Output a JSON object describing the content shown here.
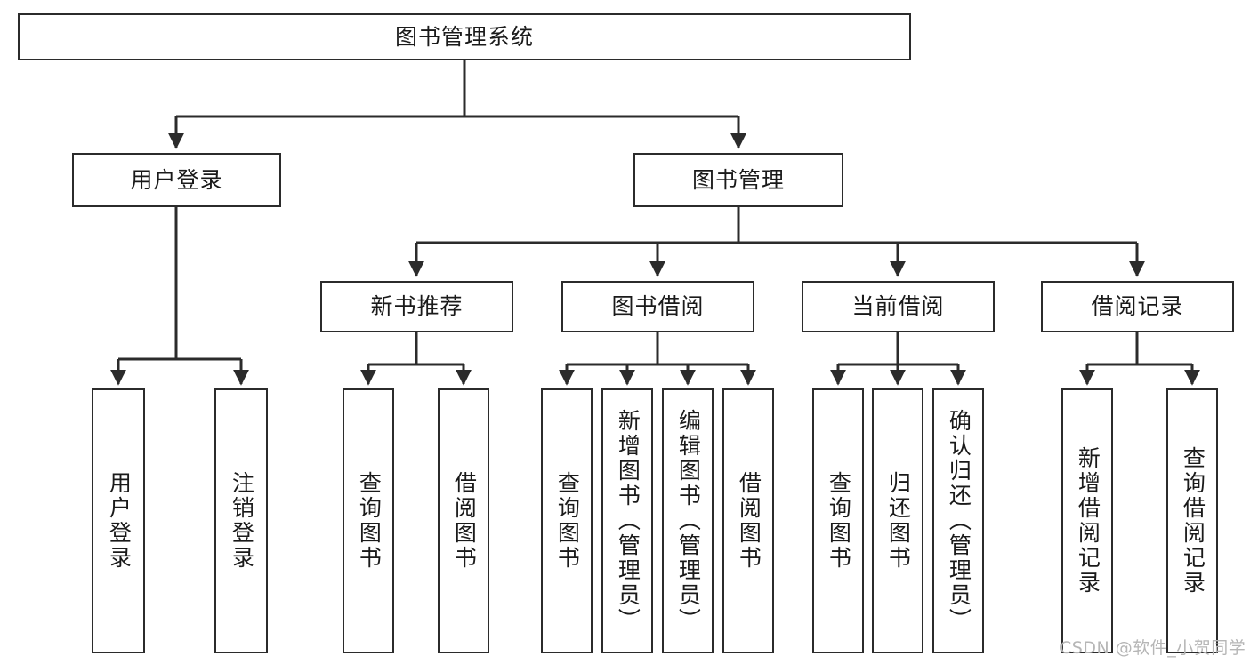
{
  "diagram": {
    "type": "tree-hierarchy-diagram",
    "orientation": "top-down",
    "line_color": "#2b2b2b",
    "box_fill": "#ffffff",
    "text_color": "#1a1a1a",
    "root": {
      "label": "图书管理系统"
    },
    "level2": [
      {
        "label": "用户登录"
      },
      {
        "label": "图书管理"
      }
    ],
    "level3": [
      {
        "label": "新书推荐"
      },
      {
        "label": "图书借阅"
      },
      {
        "label": "当前借阅"
      },
      {
        "label": "借阅记录"
      }
    ],
    "leaves": {
      "user_login": [
        {
          "label": "用户登录"
        },
        {
          "label": "注销登录"
        }
      ],
      "new_book_recommend": [
        {
          "label": "查询图书"
        },
        {
          "label": "借阅图书"
        }
      ],
      "book_borrow": [
        {
          "label": "查询图书"
        },
        {
          "label": "新增图书（管理员）"
        },
        {
          "label": "编辑图书（管理员）"
        },
        {
          "label": "借阅图书"
        }
      ],
      "current_borrow": [
        {
          "label": "查询图书"
        },
        {
          "label": "归还图书"
        },
        {
          "label": "确认归还（管理员）"
        }
      ],
      "borrow_record": [
        {
          "label": "新增借阅记录"
        },
        {
          "label": "查询借阅记录"
        }
      ]
    }
  },
  "watermark": {
    "text": "CSDN @软件_小贺同学"
  }
}
